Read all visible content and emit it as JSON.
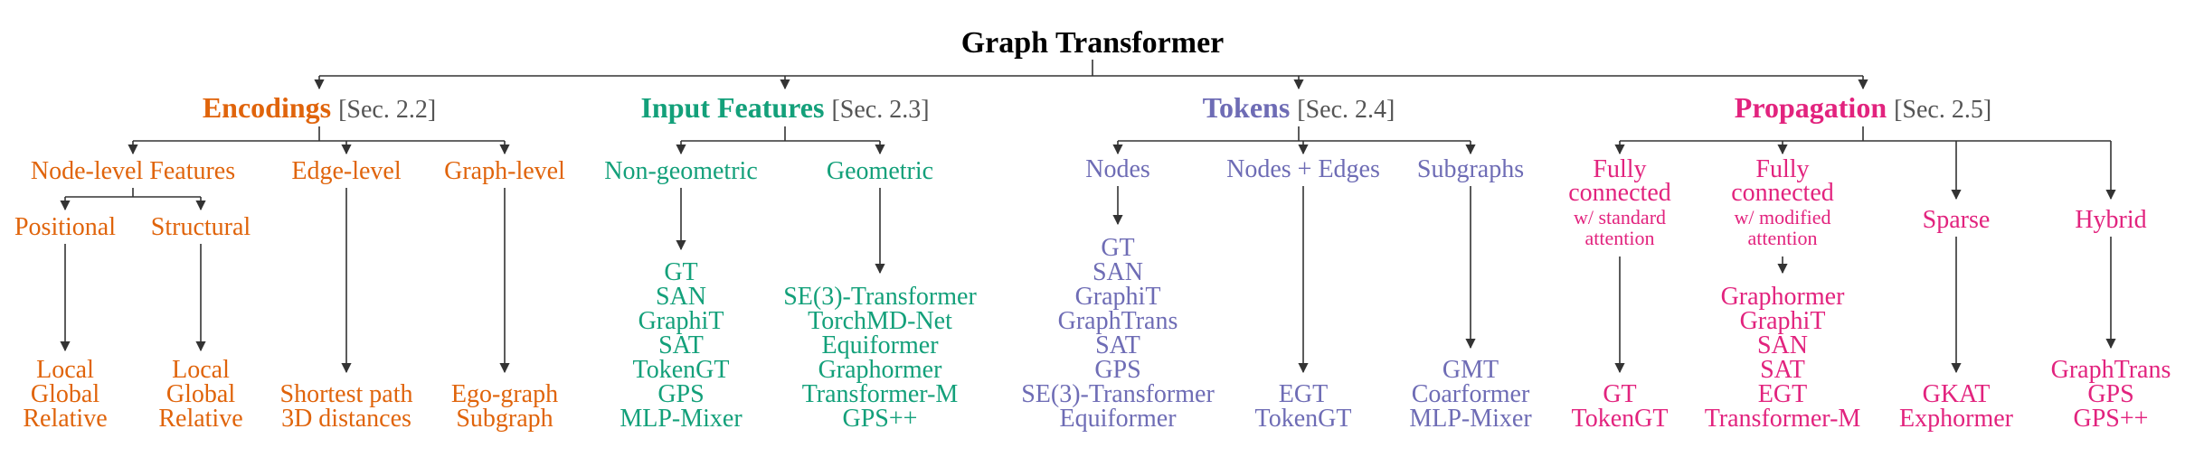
{
  "title": "Graph Transformer",
  "categories": {
    "encodings": {
      "name": "Encodings",
      "section": "[Sec. 2.2]",
      "node_level": "Node-level Features",
      "positional": "Positional",
      "structural": "Structural",
      "positional_items": [
        "Local",
        "Global",
        "Relative"
      ],
      "structural_items": [
        "Local",
        "Global",
        "Relative"
      ],
      "edge_level": "Edge-level",
      "edge_items": [
        "Shortest path",
        "3D distances"
      ],
      "graph_level": "Graph-level",
      "graph_items": [
        "Ego-graph",
        "Subgraph"
      ]
    },
    "input_features": {
      "name": "Input Features",
      "section": "[Sec. 2.3]",
      "non_geometric": "Non-geometric",
      "non_geometric_items": [
        "GT",
        "SAN",
        "GraphiT",
        "SAT",
        "TokenGT",
        "GPS",
        "MLP-Mixer"
      ],
      "geometric": "Geometric",
      "geometric_items": [
        "SE(3)-Transformer",
        "TorchMD-Net",
        "Equiformer",
        "Graphormer",
        "Transformer-M",
        "GPS++"
      ]
    },
    "tokens": {
      "name": "Tokens",
      "section": "[Sec. 2.4]",
      "nodes": "Nodes",
      "nodes_items": [
        "GT",
        "SAN",
        "GraphiT",
        "GraphTrans",
        "SAT",
        "GPS",
        "SE(3)-Transformer",
        "Equiformer"
      ],
      "nodes_edges": "Nodes + Edges",
      "nodes_edges_items": [
        "EGT",
        "TokenGT"
      ],
      "subgraphs": "Subgraphs",
      "subgraphs_items": [
        "GMT",
        "Coarformer",
        "MLP-Mixer"
      ]
    },
    "propagation": {
      "name": "Propagation",
      "section": "[Sec. 2.5]",
      "fc_standard": [
        "Fully",
        "connected"
      ],
      "fc_standard_note": [
        "w/ standard",
        "attention"
      ],
      "fc_standard_items": [
        "GT",
        "TokenGT"
      ],
      "fc_modified": [
        "Fully",
        "connected"
      ],
      "fc_modified_note": [
        "w/ modified",
        "attention"
      ],
      "fc_modified_items": [
        "Graphormer",
        "GraphiT",
        "SAN",
        "SAT",
        "EGT",
        "Transformer-M"
      ],
      "sparse": "Sparse",
      "sparse_items": [
        "GKAT",
        "Exphormer"
      ],
      "hybrid": "Hybrid",
      "hybrid_items": [
        "GraphTrans",
        "GPS",
        "GPS++"
      ]
    }
  },
  "colors": {
    "encodings": "#E0640B",
    "input_features": "#13A07A",
    "tokens": "#6E6CB5",
    "propagation": "#E2237E"
  }
}
